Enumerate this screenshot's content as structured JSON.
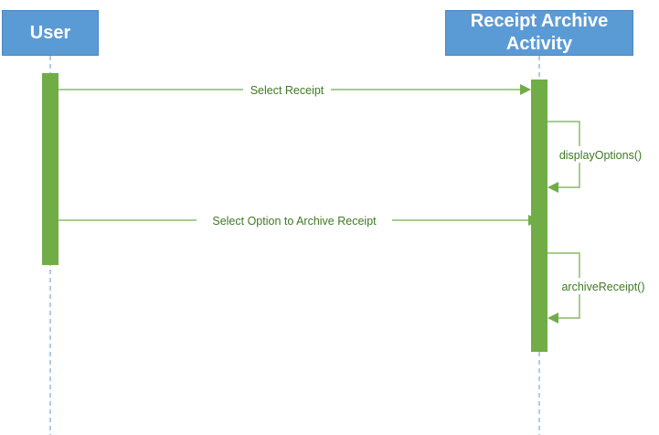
{
  "participants": {
    "user": "User",
    "archive": "Receipt Archive Activity"
  },
  "messages": {
    "m1": "Select Receipt",
    "m2": "displayOptions()",
    "m3": "Select Option to Archive Receipt",
    "m4": "archiveReceipt()"
  },
  "colors": {
    "participant_fill": "#5b9bd5",
    "activation": "#70ad47",
    "arrow": "#70ad47",
    "message_text": "#3d7a22",
    "lifeline": "#5b9bd5"
  }
}
